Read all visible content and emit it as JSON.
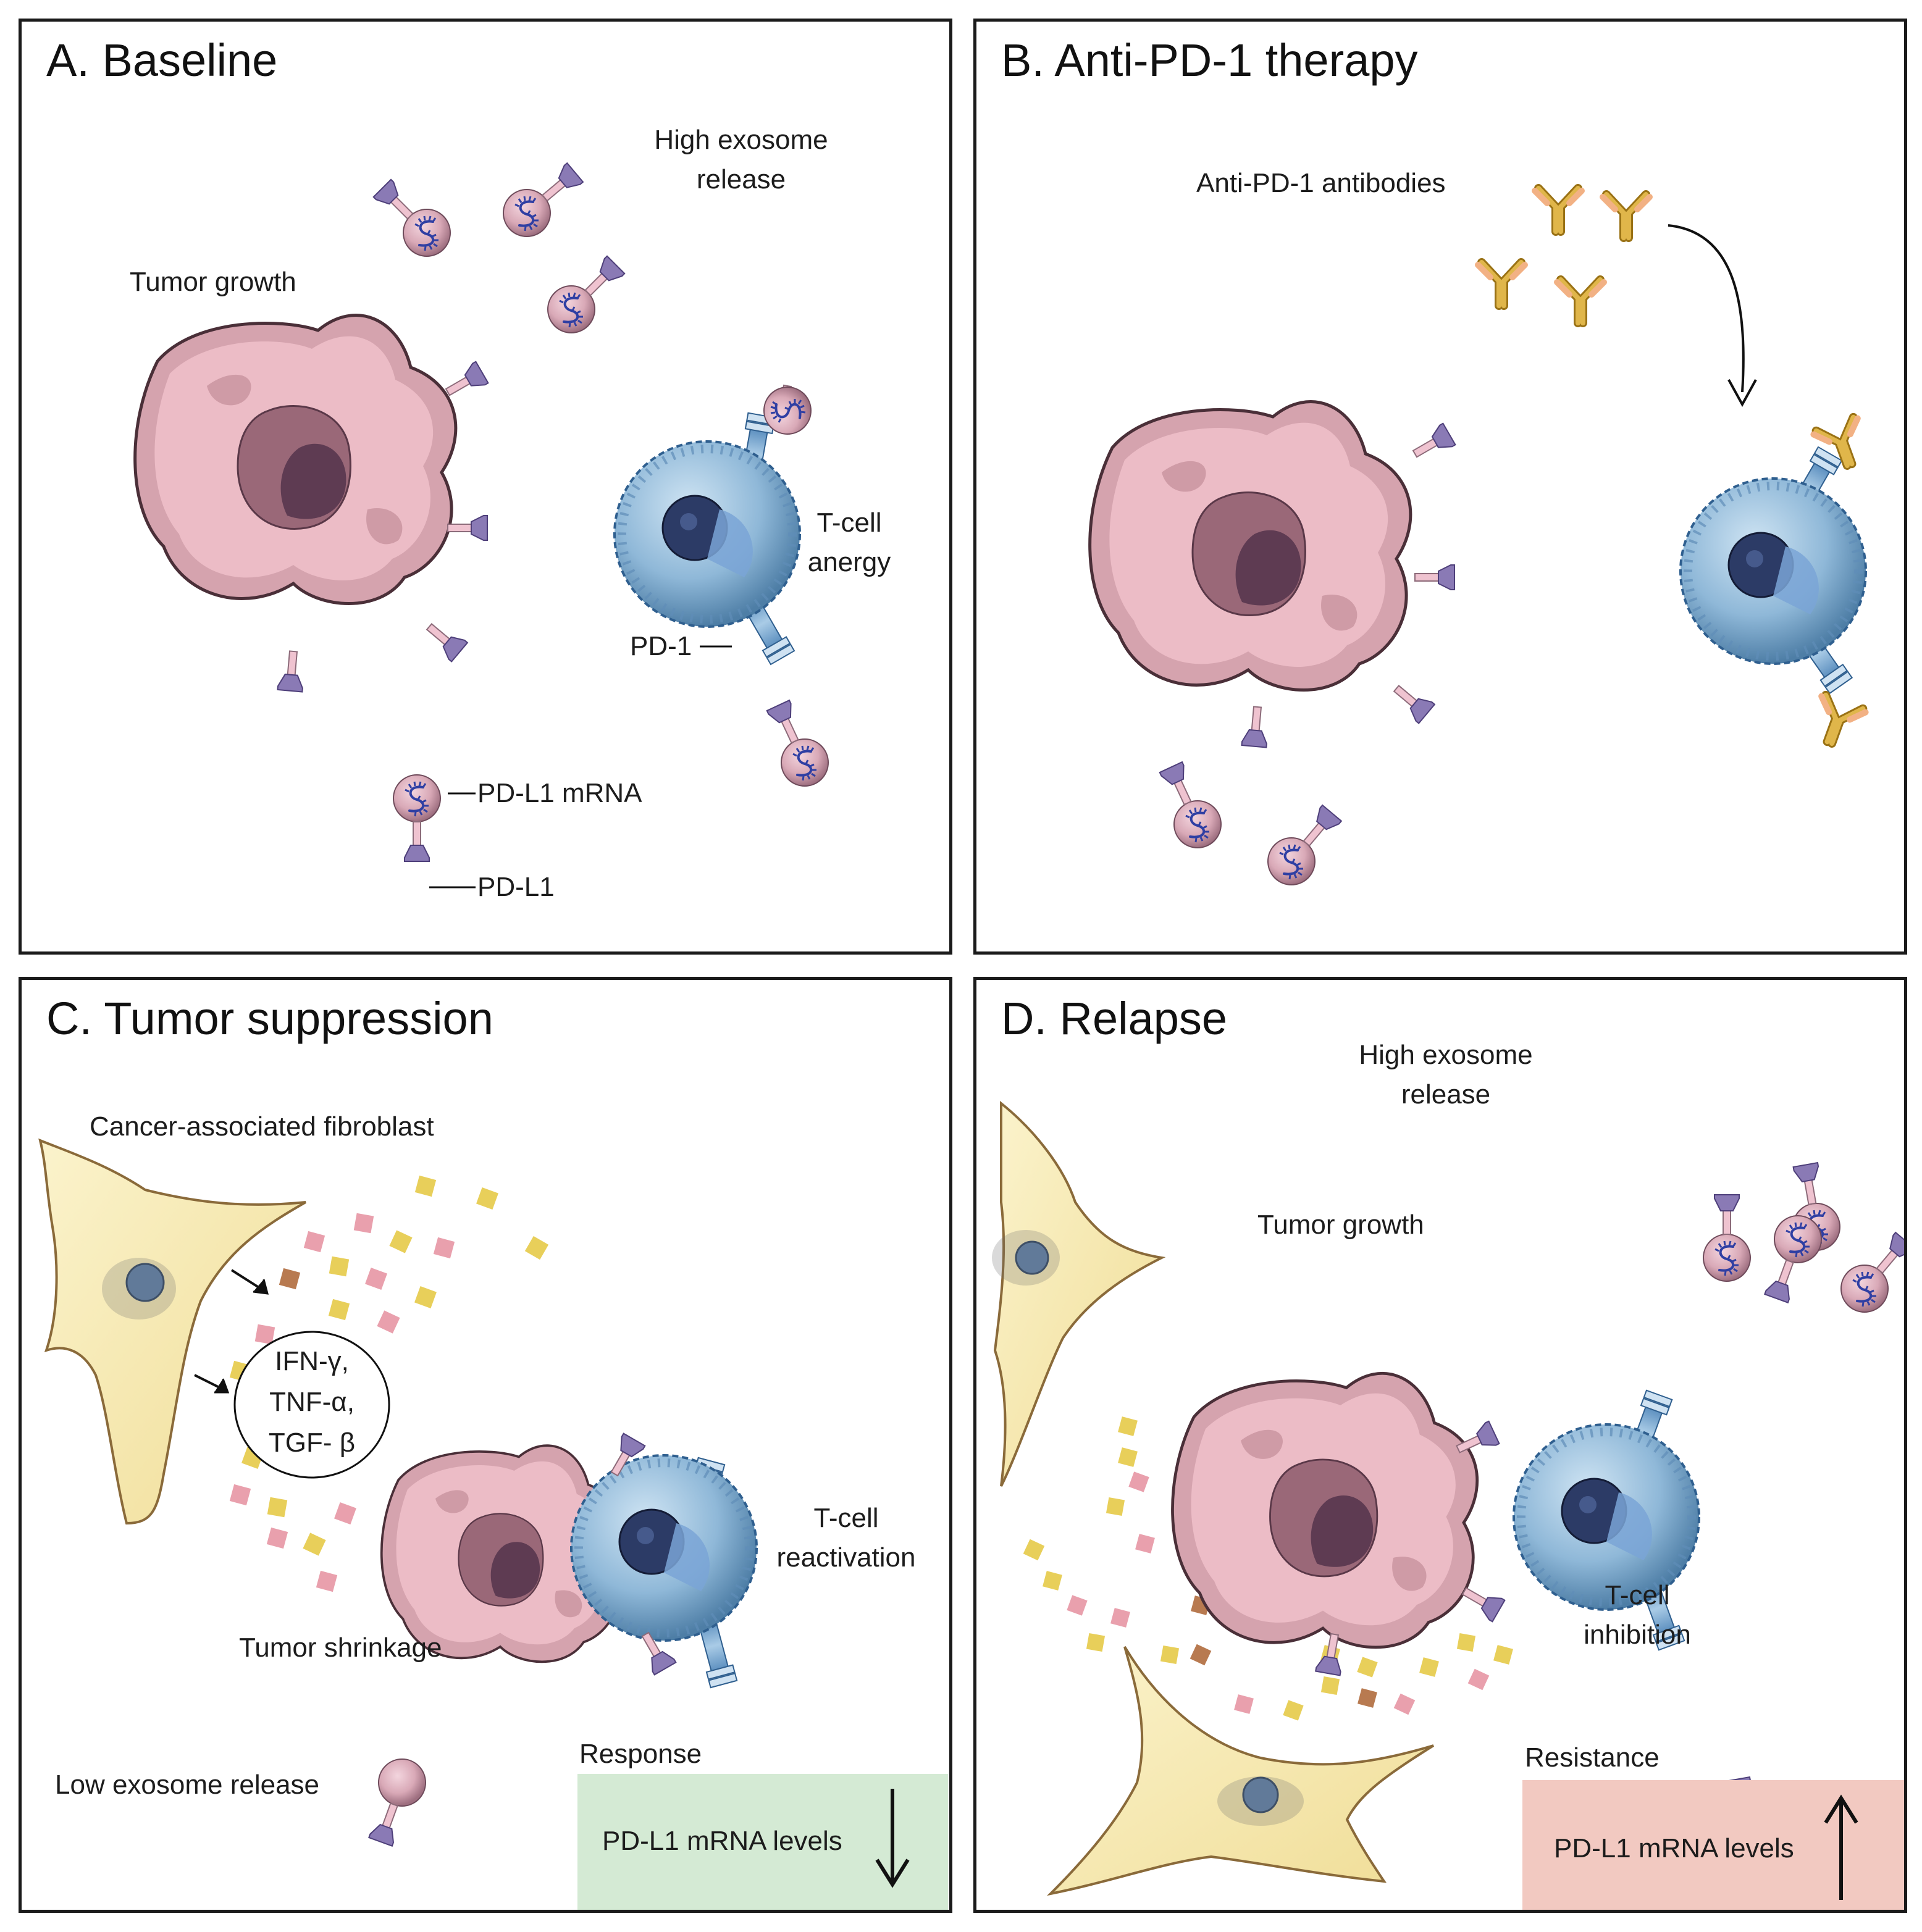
{
  "panels": [
    {
      "title": "A. Baseline"
    },
    {
      "title": "B. Anti-PD-1 therapy"
    },
    {
      "title": "C. Tumor suppression"
    },
    {
      "title": "D. Relapse"
    }
  ],
  "panelA": {
    "high_exosome_1": "High exosome",
    "high_exosome_2": "release",
    "tumor_growth": "Tumor growth",
    "tcell_1": "T-cell",
    "tcell_2": "anergy",
    "pd1": "PD-1",
    "pdl1_mrna": "PD-L1 mRNA",
    "pdl1": "PD-L1"
  },
  "panelB": {
    "antibodies": "Anti-PD-1 antibodies"
  },
  "panelC": {
    "caf": "Cancer-associated fibroblast",
    "cyto_1": "IFN-γ,",
    "cyto_2": "TNF-α,",
    "cyto_3": "TGF- β",
    "tcell_1": "T-cell",
    "tcell_2": "reactivation",
    "shrinkage": "Tumor shrinkage",
    "low_exosome": "Low exosome release",
    "response": "Response",
    "mrna_levels": "PD-L1 mRNA levels"
  },
  "panelD": {
    "high_exosome_1": "High exosome",
    "high_exosome_2": "release",
    "tumor_growth": "Tumor growth",
    "tcell_1": "T-cell",
    "tcell_2": "inhibition",
    "resistance": "Resistance",
    "mrna_levels": "PD-L1 mRNA levels"
  },
  "colors": {
    "tumor": "#e8b4be",
    "tumor_dark": "#a98591",
    "nucleus": "#6b4257",
    "tcell": "#8fb8d8",
    "exosome": "#d9a9b7",
    "pdl1": "#8a7ab5",
    "antibody": "#d4a535",
    "fibroblast": "#f6ecb4",
    "response_bg": "#d4ead4",
    "resistance_bg": "#f2c9c1"
  }
}
